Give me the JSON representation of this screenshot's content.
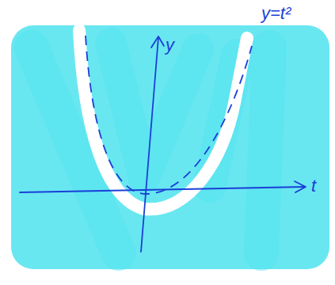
{
  "diagram": {
    "labels": [
      "y",
      "y=t²",
      "t"
    ]
  }
}
